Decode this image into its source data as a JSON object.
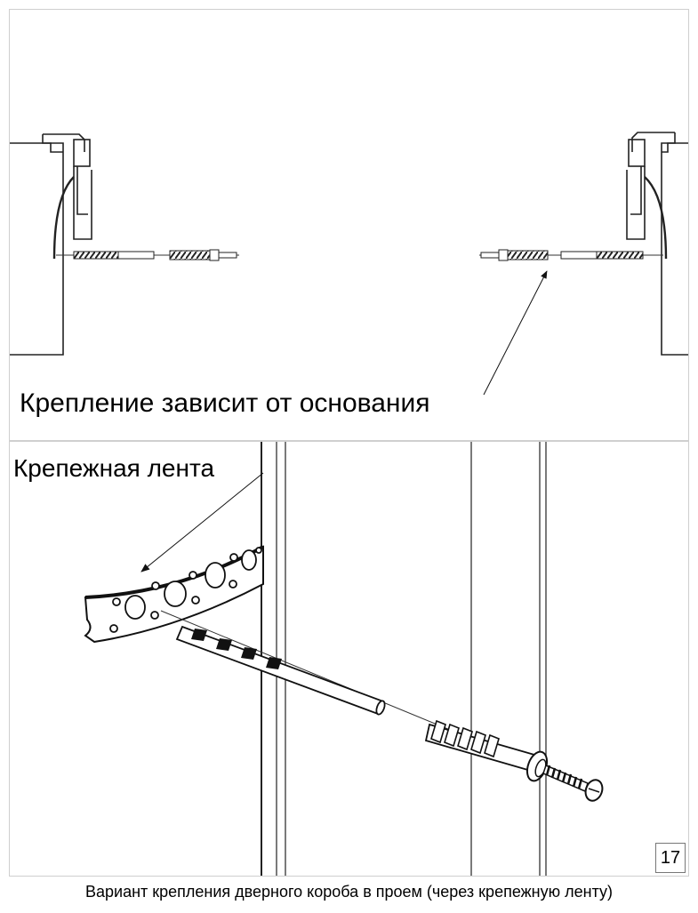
{
  "top_panel": {
    "callout": "Крепление зависит от основания"
  },
  "bottom_panel": {
    "callout": "Крепежная лента",
    "page_number": "17"
  },
  "caption": "Вариант крепления дверного короба в проем (через крепежную ленту)",
  "icons": [
    "frame-profile-left",
    "frame-profile-right",
    "anchor-dowel",
    "screw",
    "perforated-strap",
    "pointer-arrow"
  ]
}
